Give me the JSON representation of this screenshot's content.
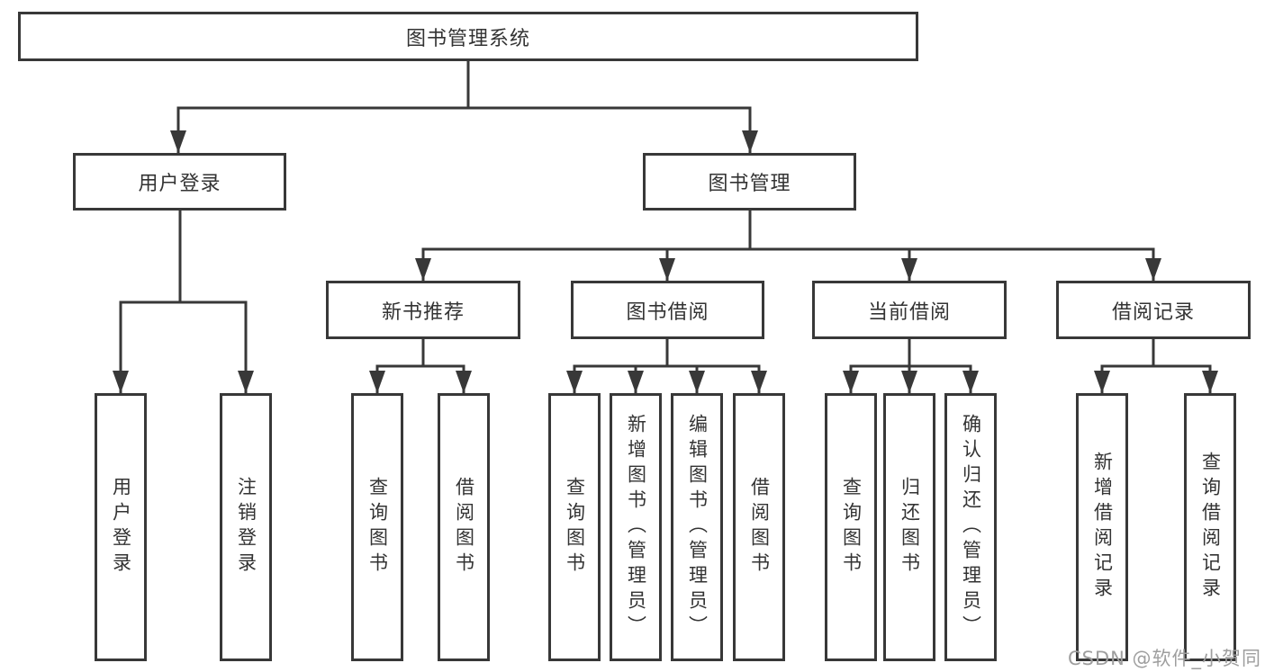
{
  "diagram": {
    "root": {
      "label": "图书管理系统"
    },
    "branches": [
      {
        "label": "用户登录",
        "leaves": [
          {
            "label": "用户登录"
          },
          {
            "label": "注销登录"
          }
        ]
      },
      {
        "label": "图书管理",
        "groups": [
          {
            "label": "新书推荐",
            "leaves": [
              {
                "label": "查询图书"
              },
              {
                "label": "借阅图书"
              }
            ]
          },
          {
            "label": "图书借阅",
            "leaves": [
              {
                "label": "查询图书"
              },
              {
                "label": "新增图书（管理员）"
              },
              {
                "label": "编辑图书（管理员）"
              },
              {
                "label": "借阅图书"
              }
            ]
          },
          {
            "label": "当前借阅",
            "leaves": [
              {
                "label": "查询图书"
              },
              {
                "label": "归还图书"
              },
              {
                "label": "确认归还（管理员）"
              }
            ]
          },
          {
            "label": "借阅记录",
            "leaves": [
              {
                "label": "新增借阅记录"
              },
              {
                "label": "查询借阅记录"
              }
            ]
          }
        ]
      }
    ]
  },
  "watermark": {
    "text": "CSDN @软件_小贺同学"
  },
  "colors": {
    "line": "#383838",
    "box_border": "#383838",
    "text": "#333333",
    "watermark": "#9e9e9e",
    "background": "#ffffff"
  }
}
